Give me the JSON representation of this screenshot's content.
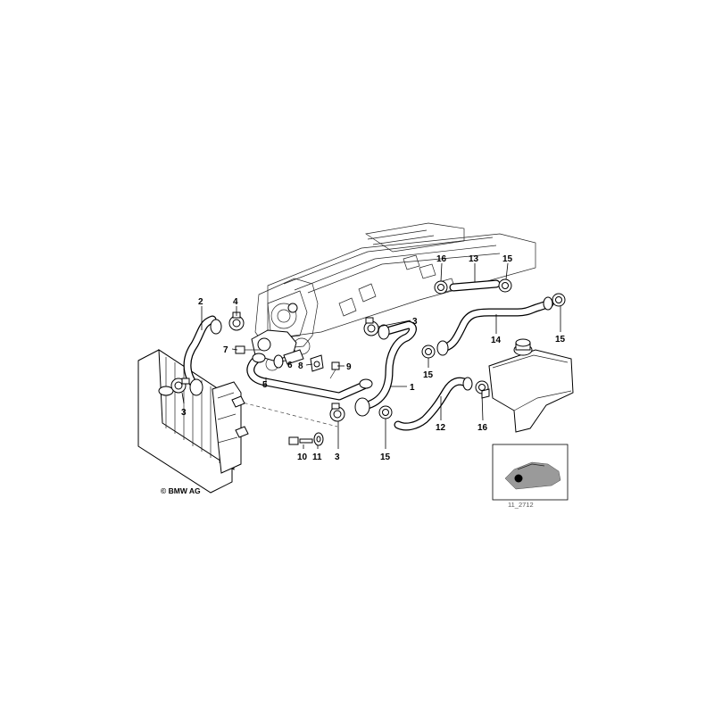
{
  "diagram": {
    "copyright": "© BMW AG",
    "figure_id": "11_2712",
    "callouts": {
      "c1": "1",
      "c2": "2",
      "c3a": "3",
      "c3b": "3",
      "c3c": "3",
      "c4": "4",
      "c5": "5",
      "c6": "6",
      "c7": "7",
      "c8": "8",
      "c9": "9",
      "c10": "10",
      "c11": "11",
      "c12": "12",
      "c13": "13",
      "c14": "14",
      "c15a": "15",
      "c15b": "15",
      "c15c": "15",
      "c15d": "15",
      "c16a": "16",
      "c16b": "16"
    }
  }
}
